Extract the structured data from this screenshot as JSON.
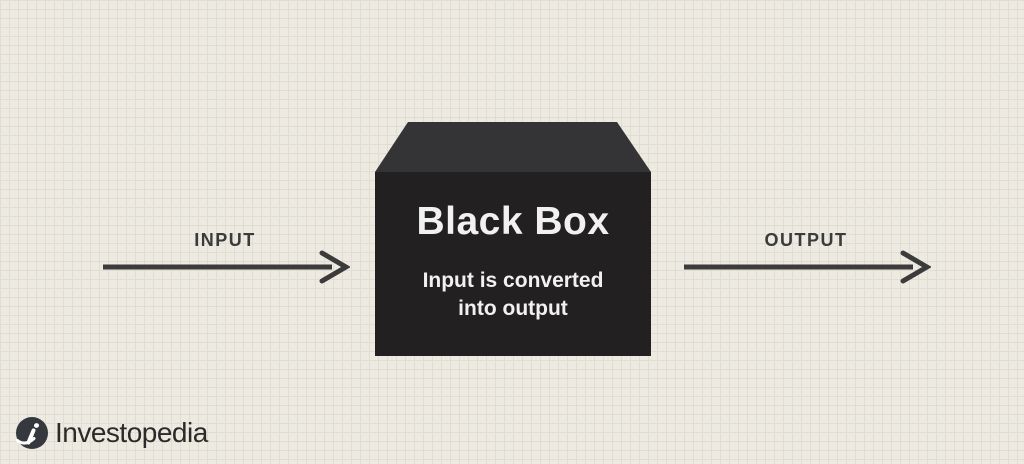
{
  "diagram": {
    "input_label": "INPUT",
    "output_label": "OUTPUT",
    "box_title": "Black Box",
    "box_subtitle_line1": "Input is converted",
    "box_subtitle_line2": "into output"
  },
  "branding": {
    "logo_text": "Investopedia"
  },
  "colors": {
    "background": "#edeae2",
    "grid_line": "#e1ddd2",
    "arrow": "#3b3b3b",
    "box_front": "#222021",
    "box_top": "#343336",
    "box_text": "#f2f1f1",
    "logo": "#2b2a28",
    "logo_circle": "#35383d"
  }
}
